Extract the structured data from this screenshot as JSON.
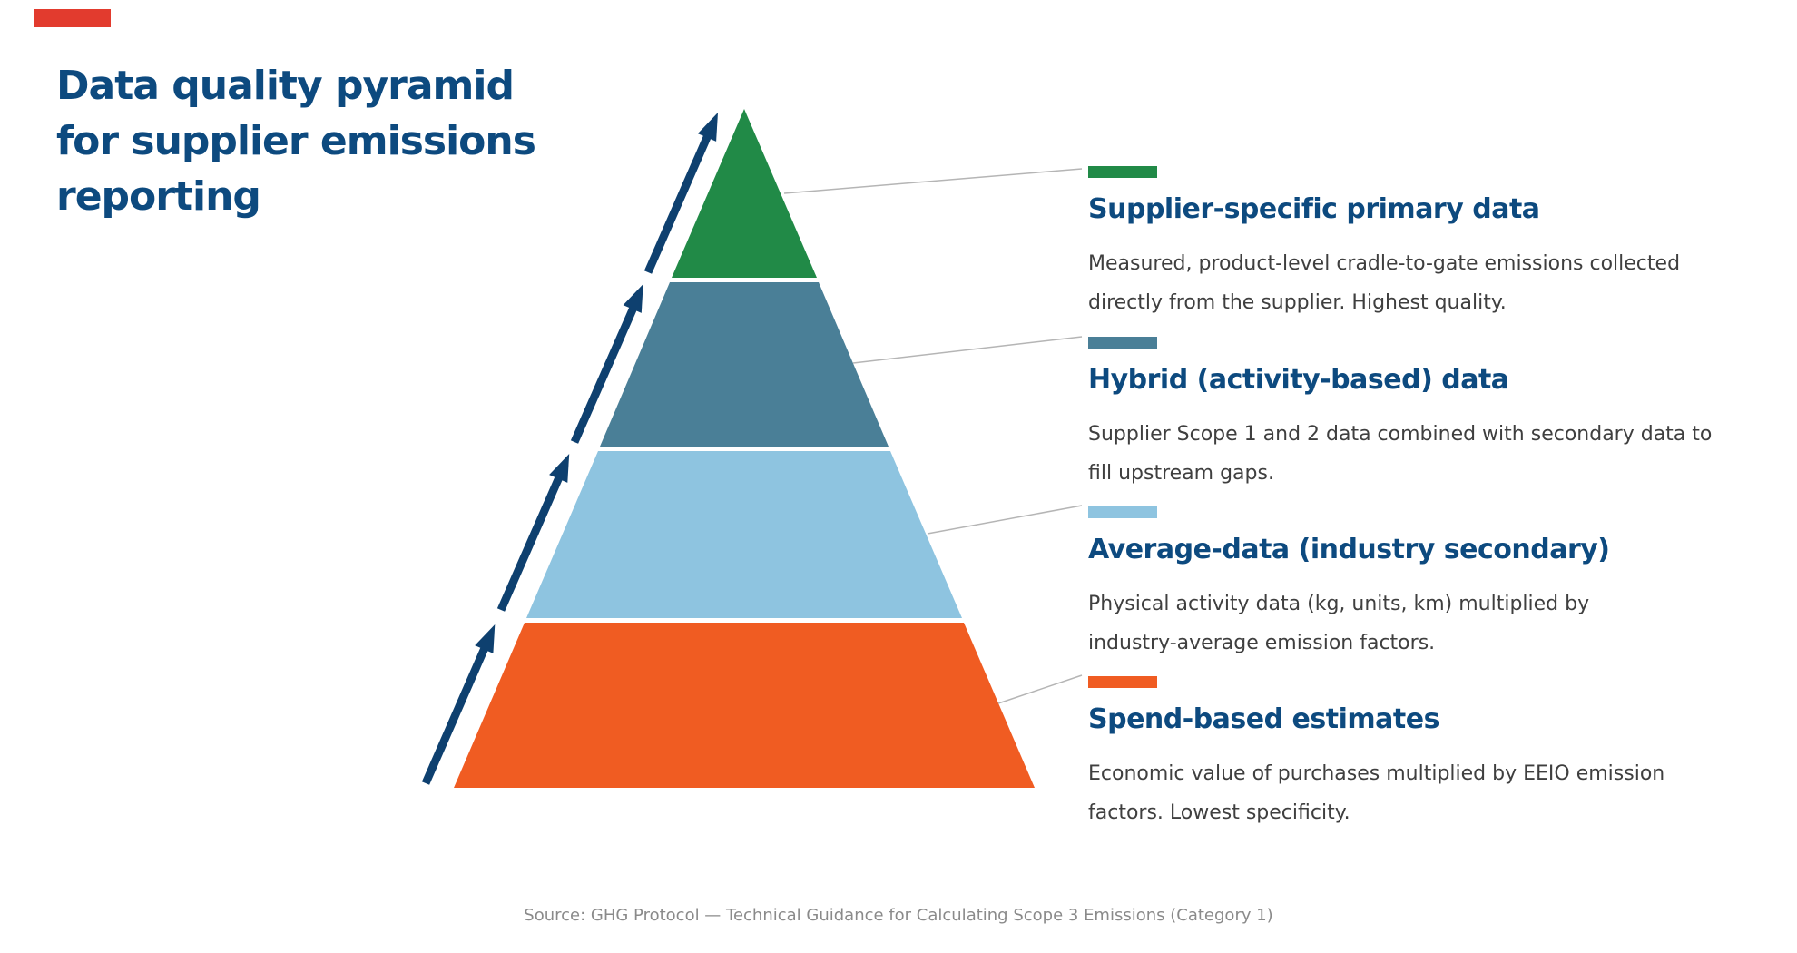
{
  "title": "Data quality pyramid\nfor supplier emissions\nreporting",
  "accent_bar_color": "#e23b2e",
  "theme": {
    "title_color": "#0d4a7f",
    "heading_color": "#0d4a7f",
    "body_text_color": "#3f3f3f",
    "footer_text_color": "#8a8a8a",
    "arrow_color": "#0e406f",
    "connector_color": "#b5b5b5",
    "background": "#ffffff"
  },
  "levels": [
    {
      "label": "Supplier-specific primary data",
      "description": "Measured, product-level cradle-to-gate emissions collected\ndirectly from the supplier. Highest quality.",
      "color": "#218a47"
    },
    {
      "label": "Hybrid (activity-based) data",
      "description": "Supplier Scope 1 and 2 data combined with secondary data to\nfill upstream gaps.",
      "color": "#4a7f97"
    },
    {
      "label": "Average-data (industry secondary)",
      "description": "Physical activity data (kg, units, km) multiplied by\nindustry-average emission factors.",
      "color": "#8ec4e0"
    },
    {
      "label": "Spend-based estimates",
      "description": "Economic value of purchases multiplied by EEIO emission\nfactors. Lowest specificity.",
      "color": "#f05c22"
    }
  ],
  "footer": {
    "source": "Source: GHG Protocol — Technical Guidance for Calculating Scope 3 Emissions (Category 1)"
  }
}
